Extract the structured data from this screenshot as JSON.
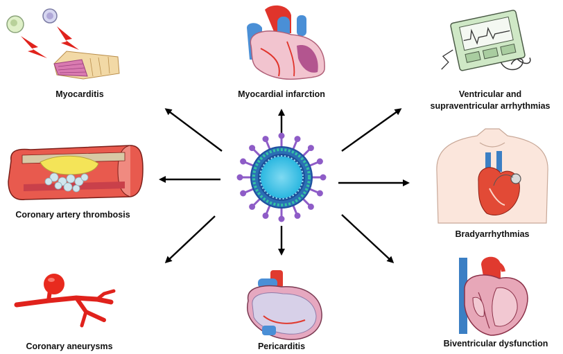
{
  "center": {
    "icon": "coronavirus-icon",
    "spike_color": "#8e5cc7",
    "core_color": "#3fc6ea",
    "ring_color": "#1f4f9e"
  },
  "outcomes": [
    {
      "id": "myocarditis",
      "label": "Myocarditis",
      "icon": "muscle-fiber-icon"
    },
    {
      "id": "myocardial-infarction",
      "label": "Myocardial infarction",
      "icon": "heart-icon"
    },
    {
      "id": "arrhythmias",
      "label": "Ventricular and supraventricular arrhythmias",
      "icon": "ecg-monitor-icon"
    },
    {
      "id": "coronary-thrombosis",
      "label": "Coronary artery thrombosis",
      "icon": "artery-clot-icon"
    },
    {
      "id": "bradyarrhythmias",
      "label": "Bradyarrhythmias",
      "icon": "pacemaker-torso-icon"
    },
    {
      "id": "coronary-aneurysms",
      "label": "Coronary aneurysms",
      "icon": "aneurysm-vessel-icon"
    },
    {
      "id": "pericarditis",
      "label": "Pericarditis",
      "icon": "pericardium-heart-icon"
    },
    {
      "id": "biventricular-dysfunction",
      "label": "Biventricular dysfunction",
      "icon": "heart-cross-section-icon"
    }
  ],
  "colors": {
    "heart_red": "#e03a2f",
    "heart_pink": "#e8a0b8",
    "vessel_blue": "#3b7fc4",
    "arrow": "#000000"
  }
}
